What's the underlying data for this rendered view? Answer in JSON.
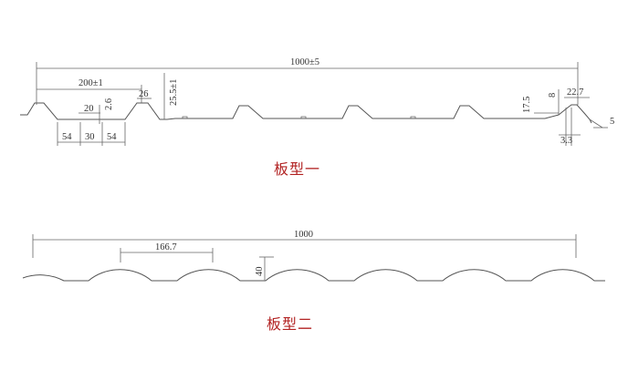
{
  "profile1": {
    "caption": "板型一",
    "dims": {
      "total_width": "1000±5",
      "pitch": "200±1",
      "rib_height": "25.5±1",
      "rib_top": "26",
      "left_edge_top": "20",
      "left_edge_depth": "2.6",
      "bottom_left": "54",
      "bottom_mid": "30",
      "bottom_right": "54",
      "right_edge_height": "17.5",
      "right_edge_depth": "8",
      "right_edge_width": "22.7",
      "right_lip": "5",
      "right_gap": "3.3"
    }
  },
  "profile2": {
    "caption": "板型二",
    "dims": {
      "total_width": "1000",
      "pitch": "166.7",
      "height": "40"
    }
  }
}
